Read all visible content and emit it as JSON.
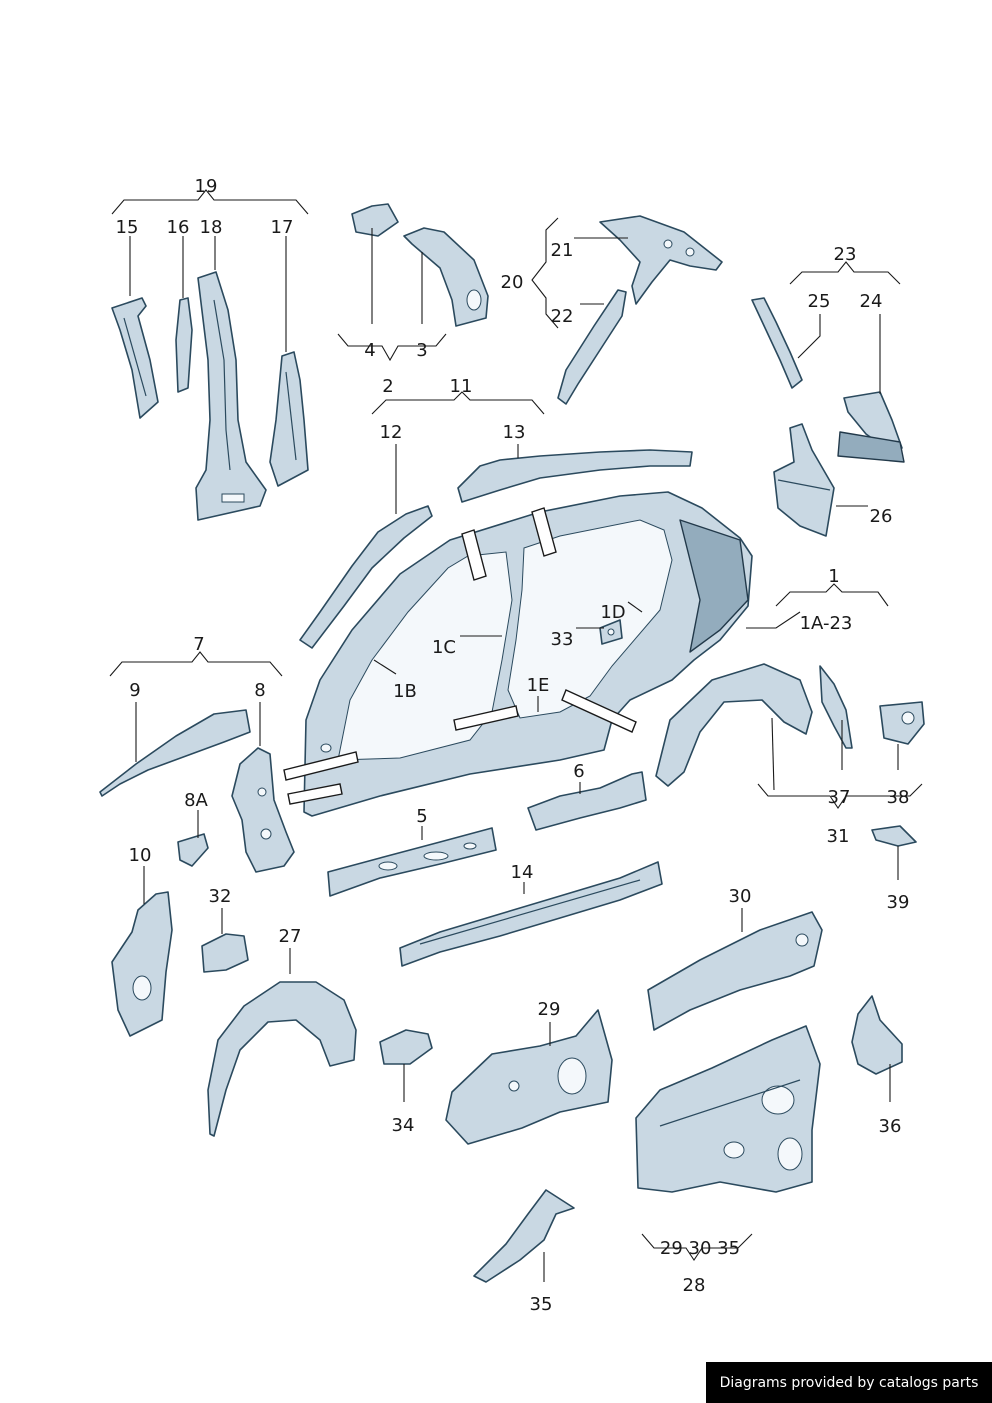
{
  "labels": {
    "l19": "19",
    "l15": "15",
    "l16": "16",
    "l18": "18",
    "l17": "17",
    "l4": "4",
    "l3": "3",
    "l2": "2",
    "l11": "11",
    "l21": "21",
    "l20": "20",
    "l22": "22",
    "l23": "23",
    "l25": "25",
    "l24": "24",
    "l26": "26",
    "l12": "12",
    "l13": "13",
    "l1": "1",
    "l1a23": "1A-23",
    "l1d": "1D",
    "l33": "33",
    "l1c": "1C",
    "l1b": "1B",
    "l1e": "1E",
    "l7": "7",
    "l9": "9",
    "l8": "8",
    "l8a": "8A",
    "l6": "6",
    "l5": "5",
    "l14": "14",
    "l10": "10",
    "l32": "32",
    "l27": "27",
    "l30": "30",
    "l37": "37",
    "l38": "38",
    "l31": "31",
    "l39": "39",
    "l29": "29",
    "l34": "34",
    "l36": "36",
    "l28sub": "29 30 35",
    "l28": "28",
    "l35": "35"
  },
  "footer": {
    "credit": "Diagrams provided by catalogs parts"
  }
}
